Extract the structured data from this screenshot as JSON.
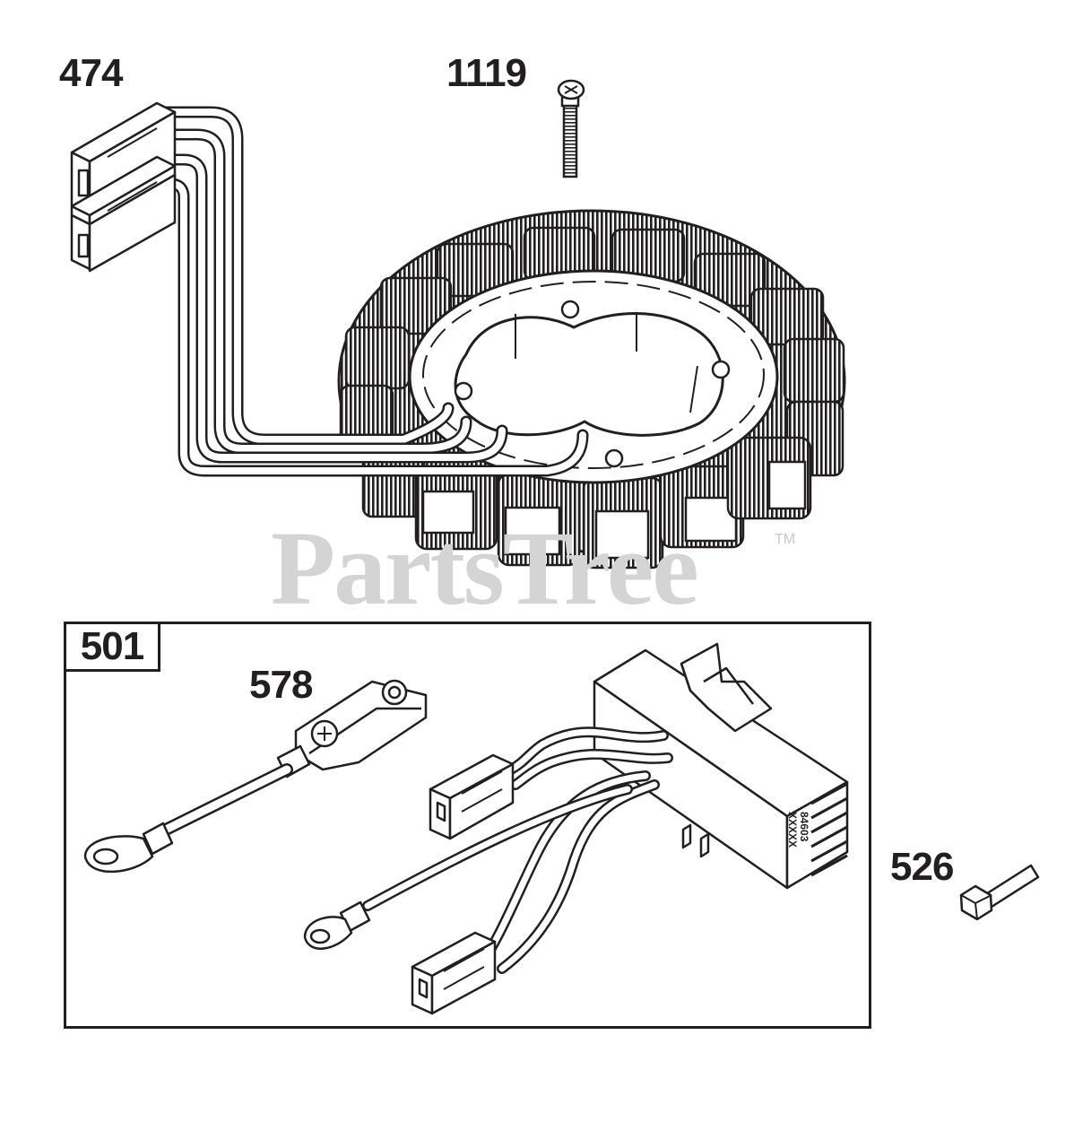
{
  "watermark": {
    "text": "PartsTree",
    "tm": "TM"
  },
  "kit": {
    "number": "501"
  },
  "parts": {
    "stator": "474",
    "screw": "1119",
    "ground_wire": "578",
    "bolt": "526"
  },
  "module": {
    "label_line1": "84603",
    "label_line2": "XXXXX"
  },
  "colors": {
    "ink": "#231f20",
    "watermark": "#d4d4d4"
  }
}
